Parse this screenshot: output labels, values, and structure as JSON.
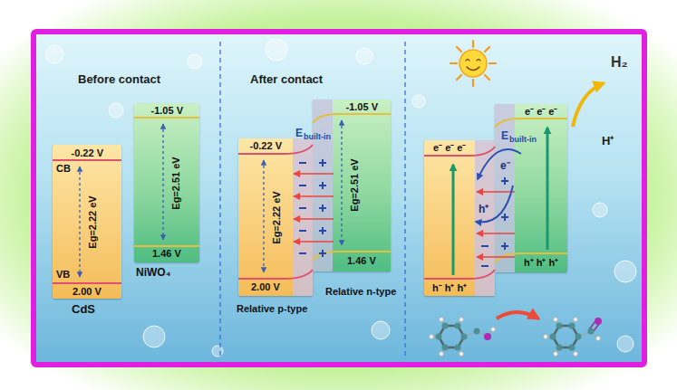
{
  "diagram": {
    "nodes": [
      {
        "text": [
          "-0.22 V",
          "CB",
          "Eg=2.22 eV",
          "VB",
          "2.00 V",
          "CdS"
        ]
      },
      {
        "text": [
          "-1.05 V",
          "Eg=2.51 eV",
          "1.46 V",
          "NiWO₄"
        ]
      },
      {
        "text": [
          "-0.22 V",
          "Eg=2.22 eV",
          "2.00 V",
          "Relative p-type"
        ]
      },
      {
        "text": [
          "-1.05 V",
          "Eg=2.51 eV",
          "1.46 V",
          "Relative n-type"
        ]
      },
      {
        "text": [
          "e⁻ e⁻ e⁻",
          "h⁻ h⁺ h⁺"
        ]
      },
      {
        "text": [
          "e⁻ e⁻ e⁻",
          "h⁺ h⁺ h⁺"
        ]
      }
    ],
    "labels": [
      "Before contact",
      "After contact",
      "E",
      "built-in",
      "E",
      "built-in",
      "e⁻",
      "h⁺",
      "H₂",
      "H⁺"
    ]
  }
}
